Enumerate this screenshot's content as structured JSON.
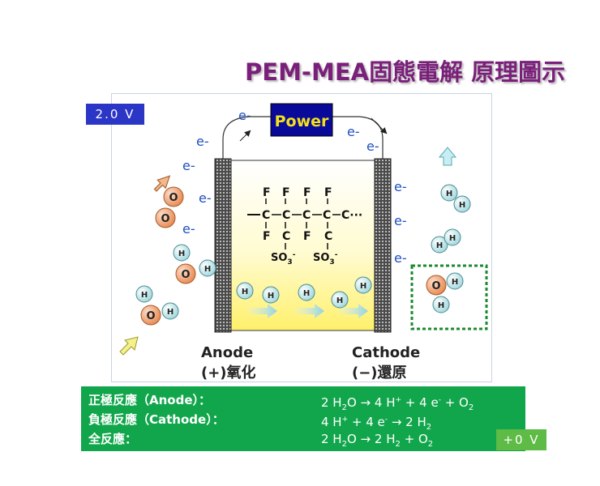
{
  "title": "PEM-MEA固態電解 原理圖示",
  "voltage_top": "2.0 V",
  "voltage_bottom": "+0 V",
  "diagram": {
    "power_label": "Power",
    "electron": "e-",
    "anode_label": "Anode",
    "anode_sub": "(+)氧化",
    "cathode_label": "Cathode",
    "cathode_sub": "(−)還原",
    "oxygen": "O",
    "hydrogen": "H",
    "molecule": {
      "fluorine": "F",
      "carbon": "C",
      "chain_suffix": "C···",
      "sulfonate": "SO3-"
    }
  },
  "reactions": [
    {
      "label": "正極反應（Anode）：",
      "equation": "2 H2O → 4 H+ + 4 e- + O2"
    },
    {
      "label": "負極反應（Cathode）：",
      "equation": "4 H+ + 4 e- → 2 H2"
    },
    {
      "label": "全反應：",
      "equation": "2 H2O → 2 H2 + O2"
    }
  ]
}
